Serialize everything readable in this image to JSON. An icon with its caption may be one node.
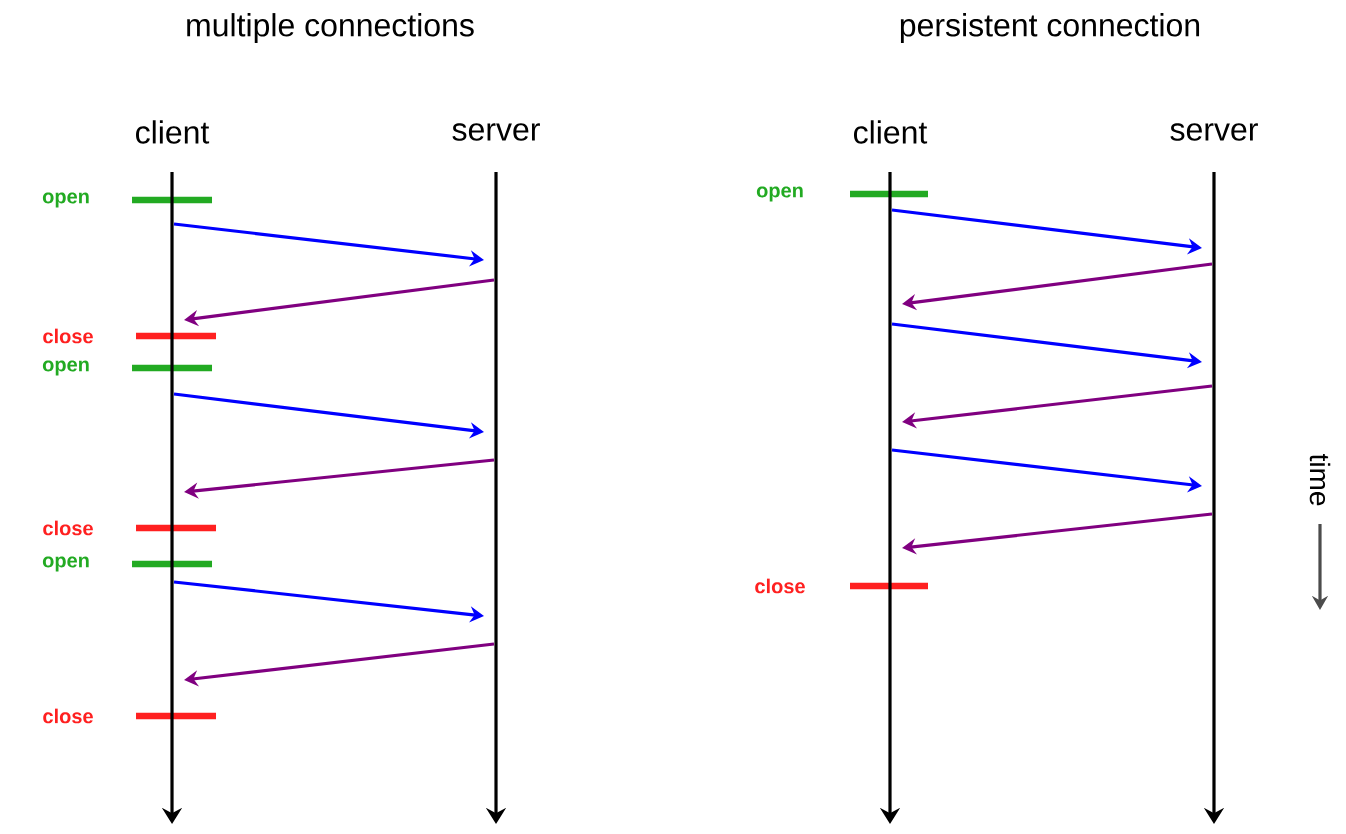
{
  "diagram": {
    "nodes": [
      {
        "text": [
          "client"
        ]
      },
      {
        "text": [
          "server"
        ]
      },
      {
        "text": [
          "client"
        ]
      },
      {
        "text": [
          "server"
        ]
      }
    ],
    "edges": [
      {
        "from": 0,
        "to": 1,
        "arrow": "to",
        "color": "#0000ff"
      },
      {
        "from": 1,
        "to": 0,
        "arrow": "to",
        "color": "#800080"
      },
      {
        "from": 0,
        "to": 1,
        "arrow": "to",
        "color": "#0000ff"
      },
      {
        "from": 1,
        "to": 0,
        "arrow": "to",
        "color": "#800080"
      },
      {
        "from": 0,
        "to": 1,
        "arrow": "to",
        "color": "#0000ff"
      },
      {
        "from": 1,
        "to": 0,
        "arrow": "to",
        "color": "#800080"
      },
      {
        "from": 2,
        "to": 3,
        "arrow": "to",
        "color": "#0000ff"
      },
      {
        "from": 3,
        "to": 2,
        "arrow": "to",
        "color": "#800080"
      },
      {
        "from": 2,
        "to": 3,
        "arrow": "to",
        "color": "#0000ff"
      },
      {
        "from": 3,
        "to": 2,
        "arrow": "to",
        "color": "#800080"
      },
      {
        "from": 2,
        "to": 3,
        "arrow": "to",
        "color": "#0000ff"
      },
      {
        "from": 3,
        "to": 2,
        "arrow": "to",
        "color": "#800080"
      }
    ],
    "labels": [
      "multiple connections",
      "persistent connection",
      "open",
      "close",
      "open",
      "close",
      "open",
      "close",
      "open",
      "close",
      "time"
    ]
  }
}
